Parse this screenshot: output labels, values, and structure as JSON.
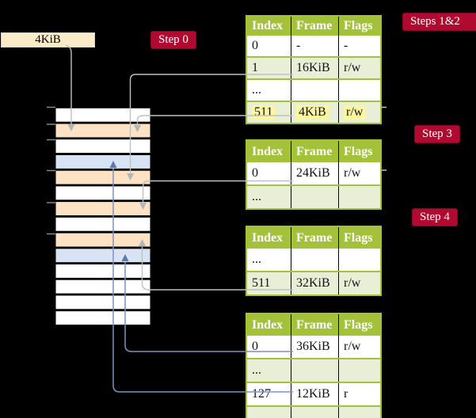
{
  "frame_size_label": "4KiB",
  "step_labels": [
    {
      "id": "step0",
      "text": "Step 0"
    },
    {
      "id": "steps12",
      "text": "Steps 1&2"
    },
    {
      "id": "step3",
      "text": "Step 3"
    },
    {
      "id": "step4",
      "text": "Step 4"
    }
  ],
  "colors": {
    "background": "#000000",
    "table_header_green": "#a3c139",
    "table_row_shade": "#e9efd7",
    "highlight_yellow": "#fdf6a0",
    "step_label_crimson": "#b00a30",
    "frame_label_cream": "#faecc8",
    "memory": {
      "white": "#ffffff",
      "orange": "#fde2c3",
      "blue": "#d8e4f4"
    },
    "gray_arrow": "#bfc1c4",
    "blue_arrow": "#7a93c3"
  },
  "memory": {
    "rows": [
      "white",
      "orange",
      "white",
      "blue",
      "orange",
      "white",
      "orange",
      "white",
      "orange",
      "blue",
      "white",
      "white",
      "white",
      "white"
    ]
  },
  "tables": [
    {
      "name": "root-page-table",
      "columns": [
        "Index",
        "Frame",
        "Flags"
      ],
      "rows": [
        {
          "cells": [
            "0",
            "-",
            "-"
          ],
          "shade": false,
          "highlight": false
        },
        {
          "cells": [
            "1",
            "16KiB",
            "r/w"
          ],
          "shade": true,
          "highlight": false
        },
        {
          "cells": [
            "...",
            "",
            ""
          ],
          "shade": false,
          "highlight": false
        },
        {
          "cells": [
            "511",
            "4KiB",
            "r/w"
          ],
          "shade": true,
          "highlight": true
        }
      ]
    },
    {
      "name": "mid-page-table-a",
      "columns": [
        "Index",
        "Frame",
        "Flags"
      ],
      "rows": [
        {
          "cells": [
            "0",
            "24KiB",
            "r/w"
          ],
          "shade": false,
          "highlight": false
        },
        {
          "cells": [
            "...",
            "",
            ""
          ],
          "shade": true,
          "highlight": false
        }
      ]
    },
    {
      "name": "mid-page-table-b",
      "columns": [
        "Index",
        "Frame",
        "Flags"
      ],
      "rows": [
        {
          "cells": [
            "...",
            "",
            ""
          ],
          "shade": false,
          "highlight": false
        },
        {
          "cells": [
            "511",
            "32KiB",
            "r/w"
          ],
          "shade": true,
          "highlight": false
        }
      ]
    },
    {
      "name": "leaf-page-table",
      "columns": [
        "Index",
        "Frame",
        "Flags"
      ],
      "rows": [
        {
          "cells": [
            "0",
            "36KiB",
            "r/w"
          ],
          "shade": false,
          "highlight": false
        },
        {
          "cells": [
            "...",
            "",
            ""
          ],
          "shade": true,
          "highlight": false
        },
        {
          "cells": [
            "127",
            "12KiB",
            "r"
          ],
          "shade": false,
          "highlight": false
        },
        {
          "cells": [
            "...",
            "",
            ""
          ],
          "shade": true,
          "highlight": false
        }
      ]
    }
  ]
}
